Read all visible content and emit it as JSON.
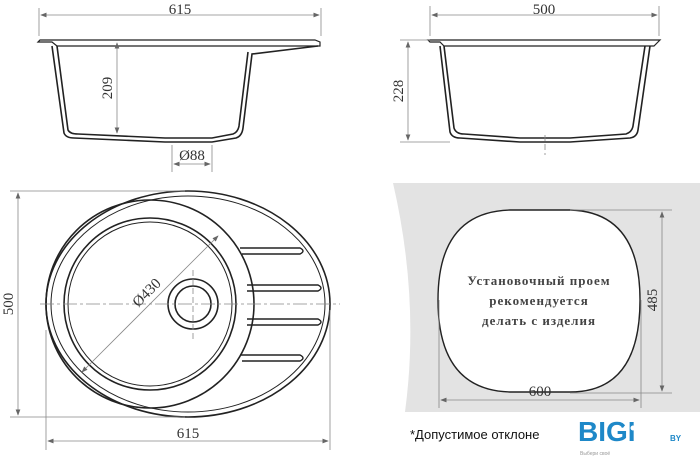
{
  "section_left": {
    "width_label": "615",
    "depth_label": "209",
    "drain_label": "Ø88"
  },
  "section_right": {
    "width_label": "500",
    "depth_label": "228"
  },
  "plan": {
    "height_label": "500",
    "width_label": "615",
    "bowl_label": "Ø430"
  },
  "cutout": {
    "note_lines": [
      "Установочный проем",
      "рекомендуется",
      "делать с изделия"
    ],
    "height_label": "485",
    "width_label": "600"
  },
  "footer": {
    "note": "*Допустимое отклоне"
  },
  "logo": {
    "text": "BIGI",
    "suffix": "BY",
    "tagline": "Выбери своё",
    "color": "#1e88c8"
  }
}
